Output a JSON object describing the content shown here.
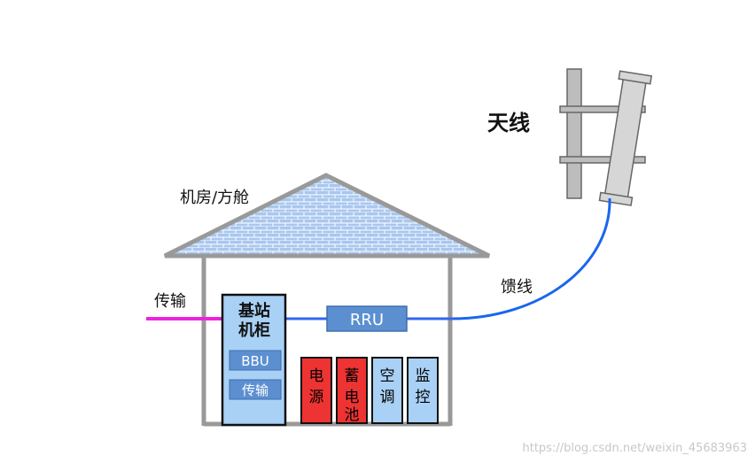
{
  "labels": {
    "antenna": "天线",
    "room": "机房/方舱",
    "transmission": "传输",
    "feeder": "馈线",
    "rru": "RRU",
    "cabinet_line1": "基站",
    "cabinet_line2": "机柜",
    "bbu": "BBU",
    "cabinet_transmission": "传输"
  },
  "equipment": [
    {
      "line1": "电",
      "line2": "源",
      "color": "#ee3333"
    },
    {
      "line1": "蓄",
      "line2": "电池",
      "color": "#ee3333"
    },
    {
      "line1": "空",
      "line2": "调",
      "color": "#a9d0f5"
    },
    {
      "line1": "监",
      "line2": "控",
      "color": "#a9d0f5"
    }
  ],
  "watermark": "https://blog.csdn.net/weixin_45683963",
  "colors": {
    "wall": "#999999",
    "roof": "#a9c7ef",
    "cabinet": "#a9d0f5",
    "module": "#5b8fd0",
    "transmission_line": "#ee22dd",
    "rru_line": "#3366ee",
    "feeder_line": "#1a66ee"
  }
}
